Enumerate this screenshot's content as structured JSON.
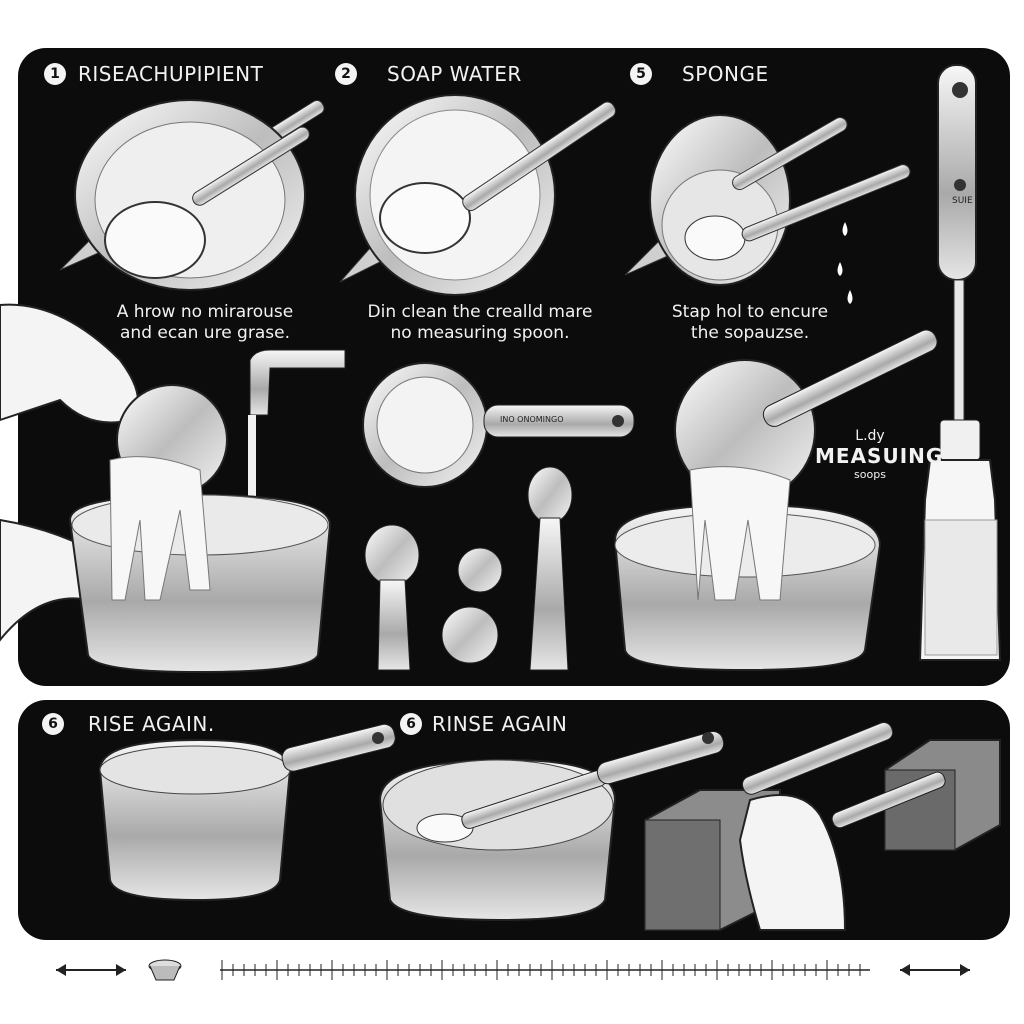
{
  "steps": [
    {
      "number": "1",
      "title": "RISEACHUPIPIENT",
      "caption": [
        "A hrow no mirarouse",
        "and ecan ure grasе."
      ]
    },
    {
      "number": "2",
      "title": "SOAP WATER",
      "caption": [
        "Din clean the crealld mare",
        "no measuring spoon."
      ]
    },
    {
      "number": "5",
      "title": "SPONGE",
      "caption": [
        "Stap hol to encure",
        "the sopauzse."
      ]
    },
    {
      "number": "6",
      "title": "RISE  AGAIN."
    },
    {
      "number": "6",
      "title": "RINSE AGAIN"
    }
  ],
  "callout": {
    "line1": "L.dy",
    "line2": "MEASUING",
    "line3": "soops"
  },
  "bottle_label": "SUIE",
  "spoon_label": "INO  ONOMINGO",
  "colors": {
    "panel": "#0c0c0c",
    "ink": "#f2f2f2",
    "metal": "#d9d9d9"
  }
}
